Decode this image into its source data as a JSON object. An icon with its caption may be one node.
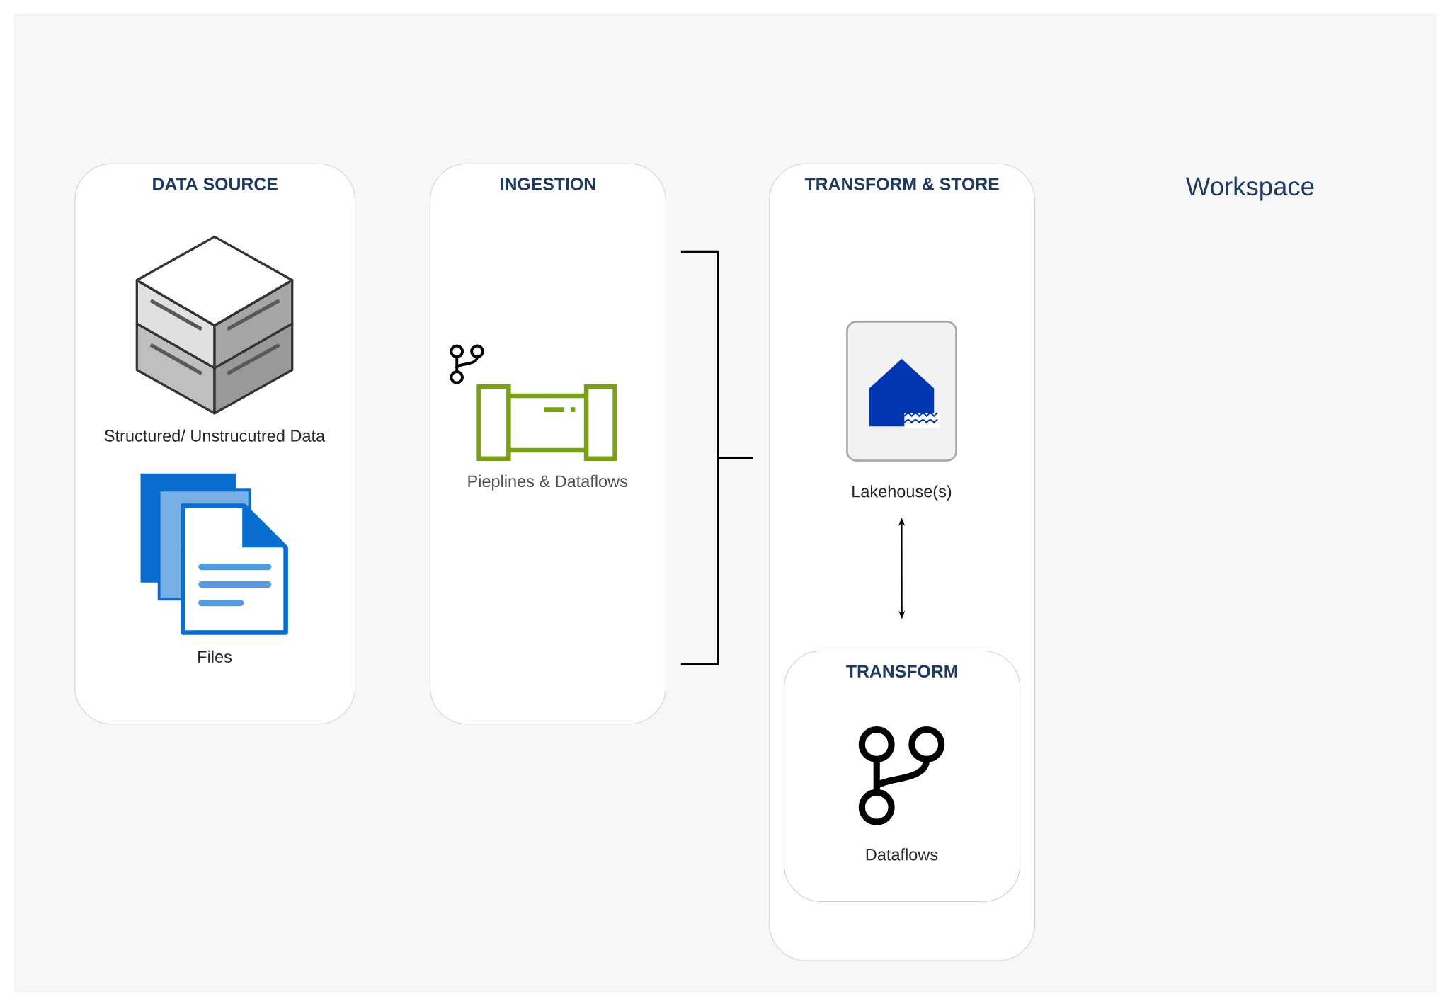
{
  "diagram": {
    "title": "Workspace",
    "nodes": [
      {
        "text": [
          "DATA SOURCE"
        ]
      },
      {
        "text": [
          "Structured/ Unstrucutred Data"
        ],
        "in": 0
      },
      {
        "text": [
          "Files"
        ],
        "in": 0
      },
      {
        "text": [
          "INGESTION"
        ]
      },
      {
        "text": [
          "Pieplines & Dataflows"
        ],
        "in": 3
      },
      {
        "text": [
          "TRANSFORM & STORE"
        ]
      },
      {
        "text": [
          "Lakehouse(s)"
        ],
        "in": 5
      },
      {
        "text": [
          "TRANSFORM"
        ],
        "in": 5
      },
      {
        "text": [
          "Dataflows"
        ],
        "in": 7
      }
    ],
    "edges": [
      {
        "from": 3,
        "to": 5,
        "arrow": "none"
      },
      {
        "from": 6,
        "to": 7,
        "arrow": "both"
      }
    ]
  }
}
